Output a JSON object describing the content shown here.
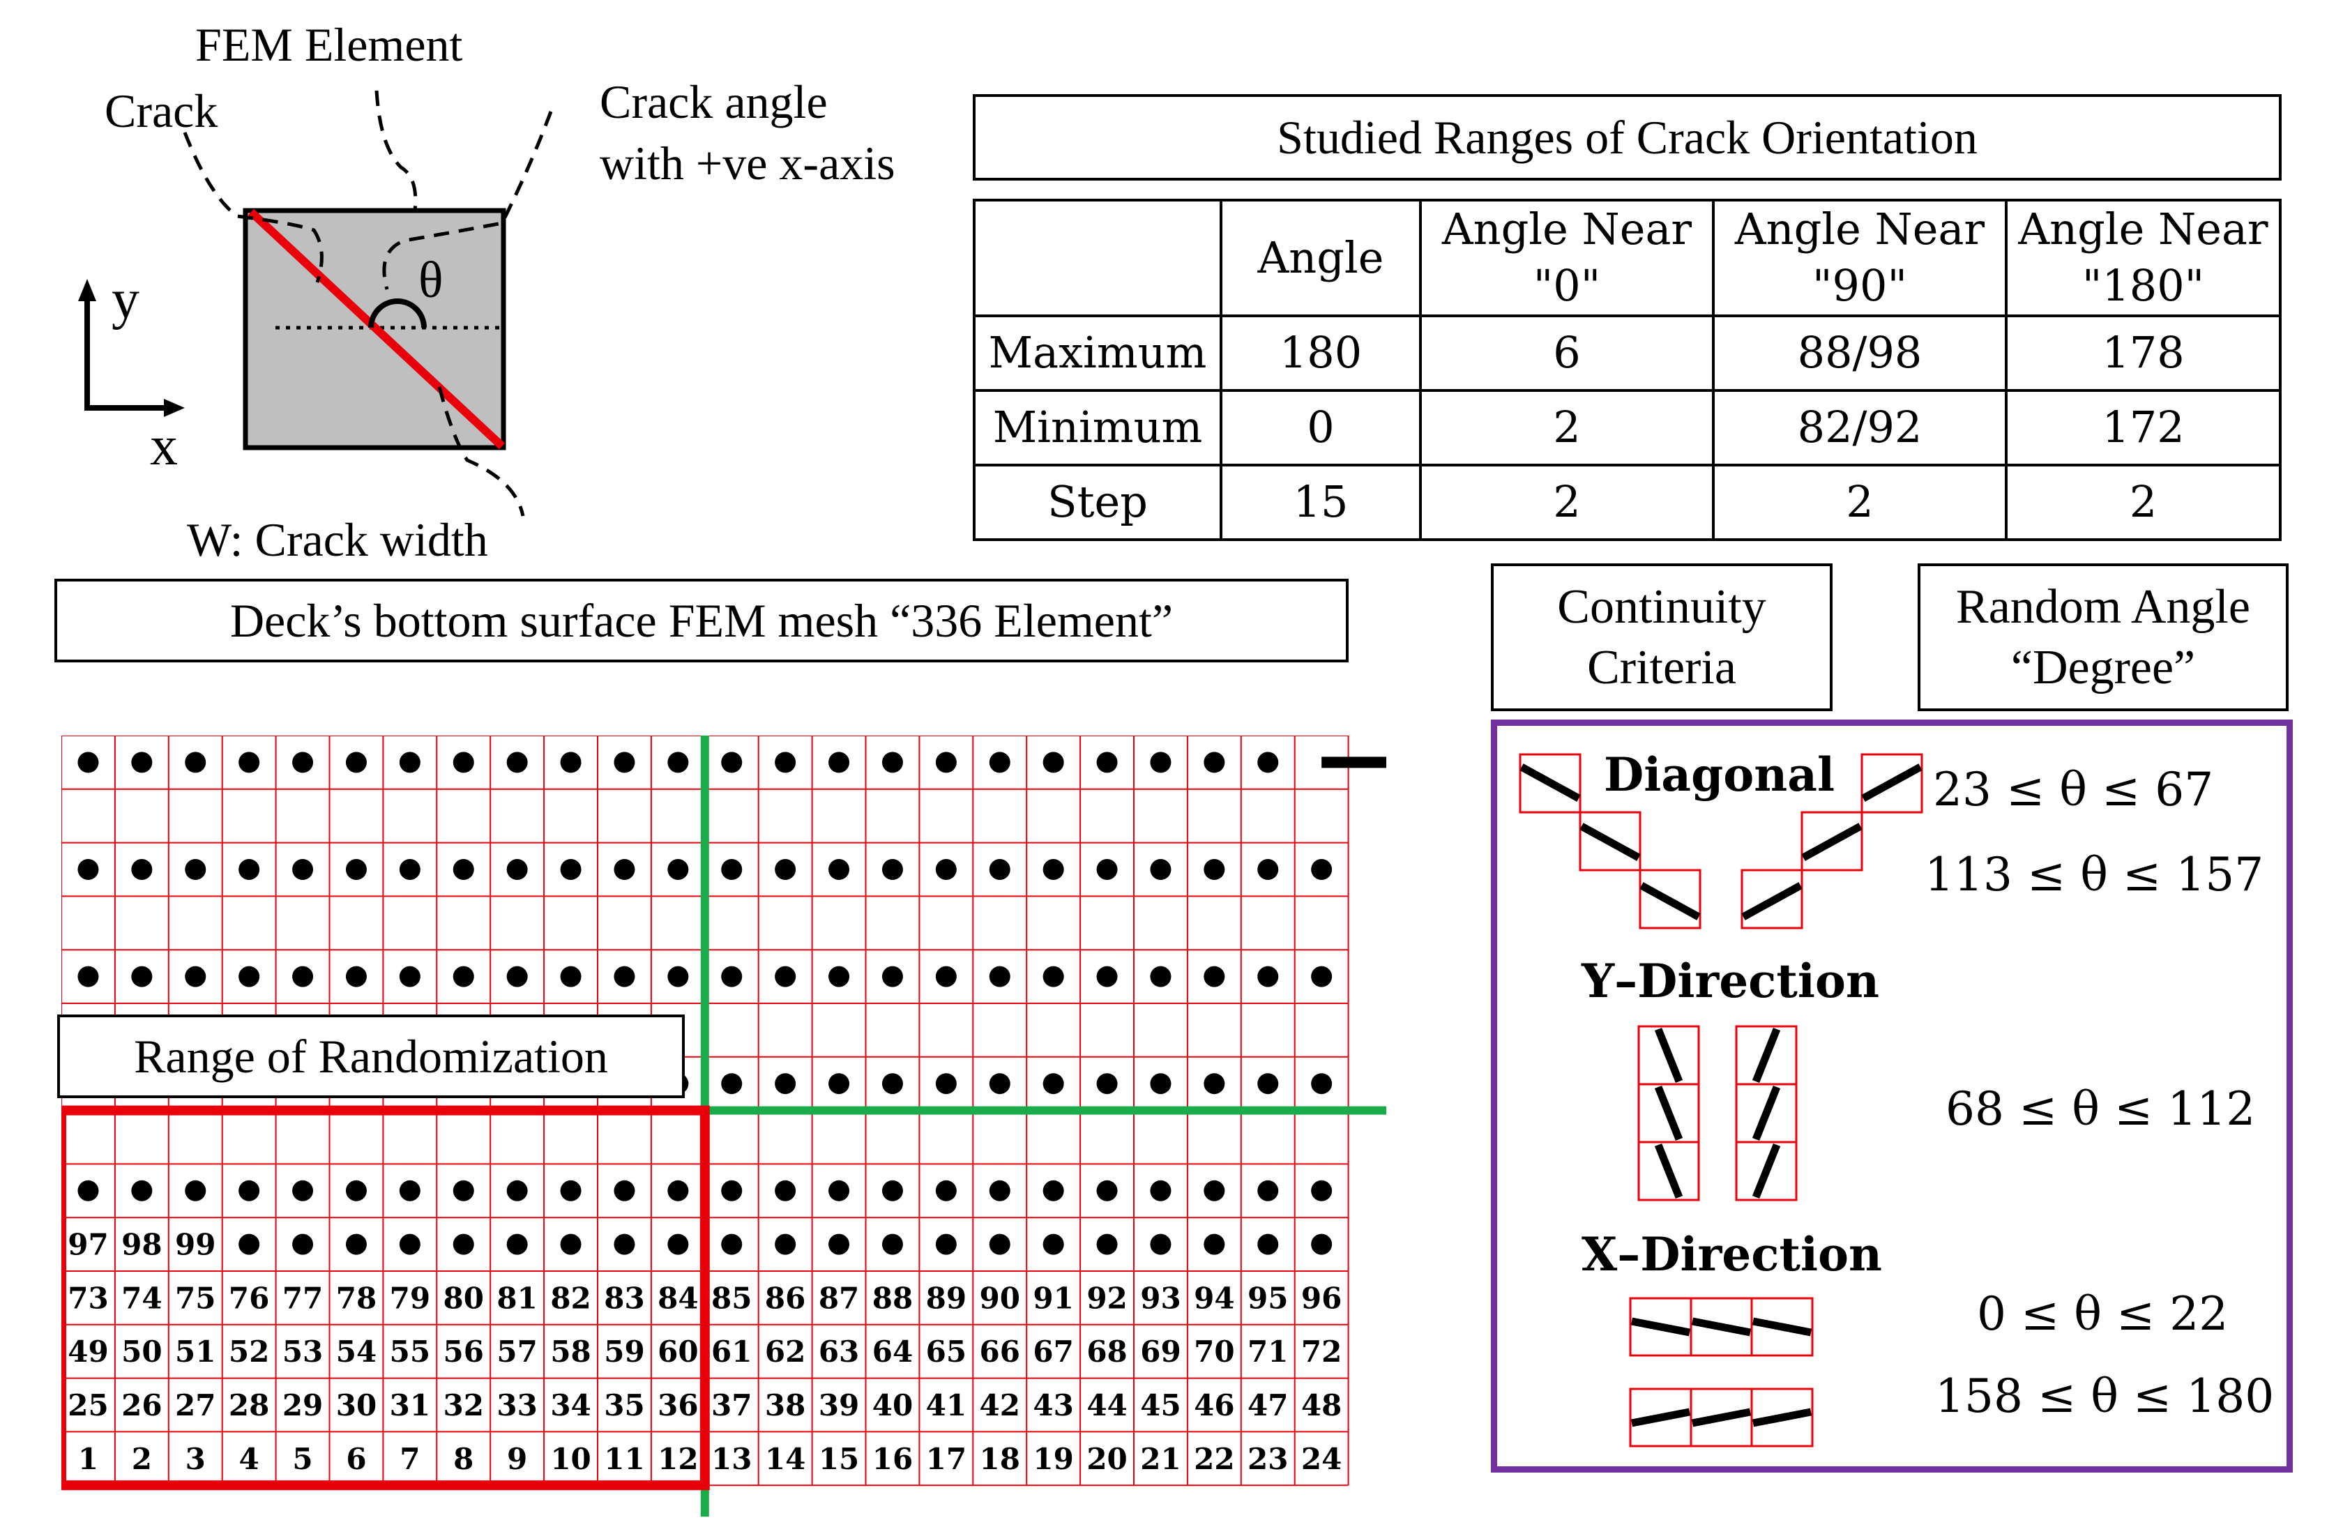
{
  "element_sketch": {
    "fem_element_label": "FEM Element",
    "crack_label": "Crack",
    "crack_angle_label_line1": "Crack angle",
    "crack_angle_label_line2": "with +ve x-axis",
    "theta_symbol": "θ",
    "axis_y": "y",
    "axis_x": "x",
    "crack_width_label": "W: Crack width",
    "colors": {
      "element_fill": "#bfbfbf",
      "crack": "#e8000b"
    }
  },
  "ranges_table": {
    "title": "Studied Ranges of Crack Orientation",
    "headers": [
      "",
      "Angle",
      "Angle Near\n\"0\"",
      "Angle Near\n\"90\"",
      "Angle Near\n\"180\""
    ],
    "rows": [
      [
        "Maximum",
        "180",
        "6",
        "88/98",
        "178"
      ],
      [
        "Minimum",
        "0",
        "2",
        "82/92",
        "172"
      ],
      [
        "Step",
        "15",
        "2",
        "2",
        "2"
      ]
    ]
  },
  "mesh": {
    "title": "Deck’s bottom surface FEM mesh “336 Element”",
    "columns": 24,
    "rows": 14,
    "last_element_label": "336",
    "randomization_label": "Range of Randomization",
    "bottom_row": [
      "1",
      "2",
      "3",
      "4",
      "5",
      "6",
      "7",
      "8",
      "9",
      "10",
      "11",
      "12",
      "13",
      "14",
      "15",
      "16",
      "17",
      "18",
      "19",
      "20",
      "21",
      "22",
      "23",
      "24"
    ],
    "row2": [
      "25",
      "26",
      "27",
      "28",
      "29",
      "30",
      "31",
      "32",
      "33",
      "34",
      "35",
      "36",
      "37",
      "38",
      "39",
      "40",
      "41",
      "42",
      "43",
      "44",
      "45",
      "46",
      "47",
      "48"
    ],
    "row3": [
      "49",
      "50",
      "51",
      "52",
      "53",
      "54",
      "55",
      "56",
      "57",
      "58",
      "59",
      "60",
      "61",
      "62",
      "63",
      "64",
      "65",
      "66",
      "67",
      "68",
      "69",
      "70",
      "71",
      "72"
    ],
    "row4": [
      "73",
      "74",
      "75",
      "76",
      "77",
      "78",
      "79",
      "80",
      "81",
      "82",
      "83",
      "84",
      "85",
      "86",
      "87",
      "88",
      "89",
      "90",
      "91",
      "92",
      "93",
      "94",
      "95",
      "96"
    ],
    "row5": [
      "97",
      "98",
      "99"
    ],
    "colors": {
      "grid": "#e8000b",
      "randomization_box": "#e8000b",
      "divider": "#1aab4b"
    }
  },
  "criteria": {
    "continuity_title": "Continuity\nCriteria",
    "random_angle_title": "Random Angle\n“Degree”",
    "diagonal_label": "Diagonal",
    "diagonal_range_1": "23 ≤ θ ≤ 67",
    "diagonal_range_2": "113 ≤ θ ≤ 157",
    "y_direction_label": "Y–Direction",
    "y_range": "68 ≤ θ ≤ 112",
    "x_direction_label": "X–Direction",
    "x_range_1": "0 ≤ θ ≤ 22",
    "x_range_2": "158 ≤ θ ≤ 180",
    "colors": {
      "panel_border": "#7030a0",
      "cell": "#e8000b"
    }
  }
}
